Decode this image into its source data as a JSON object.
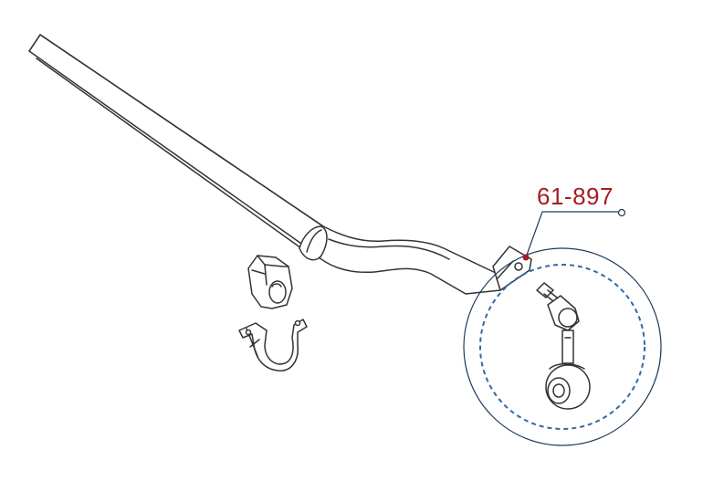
{
  "callout": {
    "part_number": "61-897"
  },
  "colors": {
    "callout_text": "#a31e22",
    "callout_line": "#1f3a5a",
    "circle_outer": "#1f3a5a",
    "circle_dashed": "#2f6aa8",
    "outline": "#333333"
  },
  "icons": {
    "bar": "stabilizer-bar",
    "bushing": "rubber-bushing",
    "bracket": "bushing-bracket",
    "link": "stabilizer-link"
  }
}
